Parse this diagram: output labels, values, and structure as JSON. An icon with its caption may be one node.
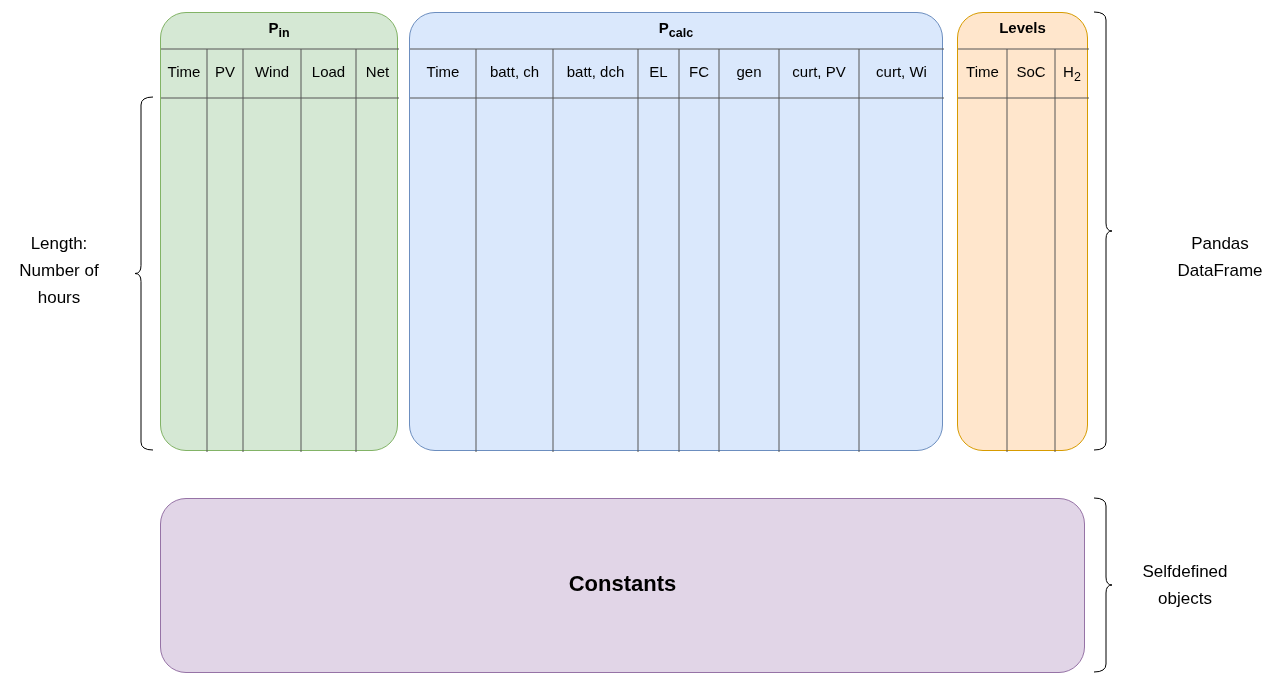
{
  "diagram": {
    "nodes": [
      {
        "text": [
          "P$_{in}$"
        ]
      },
      {
        "text": [
          "P$_{calc}$"
        ]
      },
      {
        "text": [
          "Levels"
        ]
      },
      {
        "text": [
          "Constants"
        ]
      }
    ],
    "labels": [
      "Time",
      "PV",
      "Wind",
      "Load",
      "Net",
      "Time",
      "batt, ch",
      "batt, dch",
      "EL",
      "FC",
      "gen",
      "curt, PV",
      "curt, Wi",
      "Time",
      "SoC",
      "H$_{2}$",
      "Length: Number of hours",
      "Pandas DataFrame",
      "Selfdefined objects"
    ]
  }
}
